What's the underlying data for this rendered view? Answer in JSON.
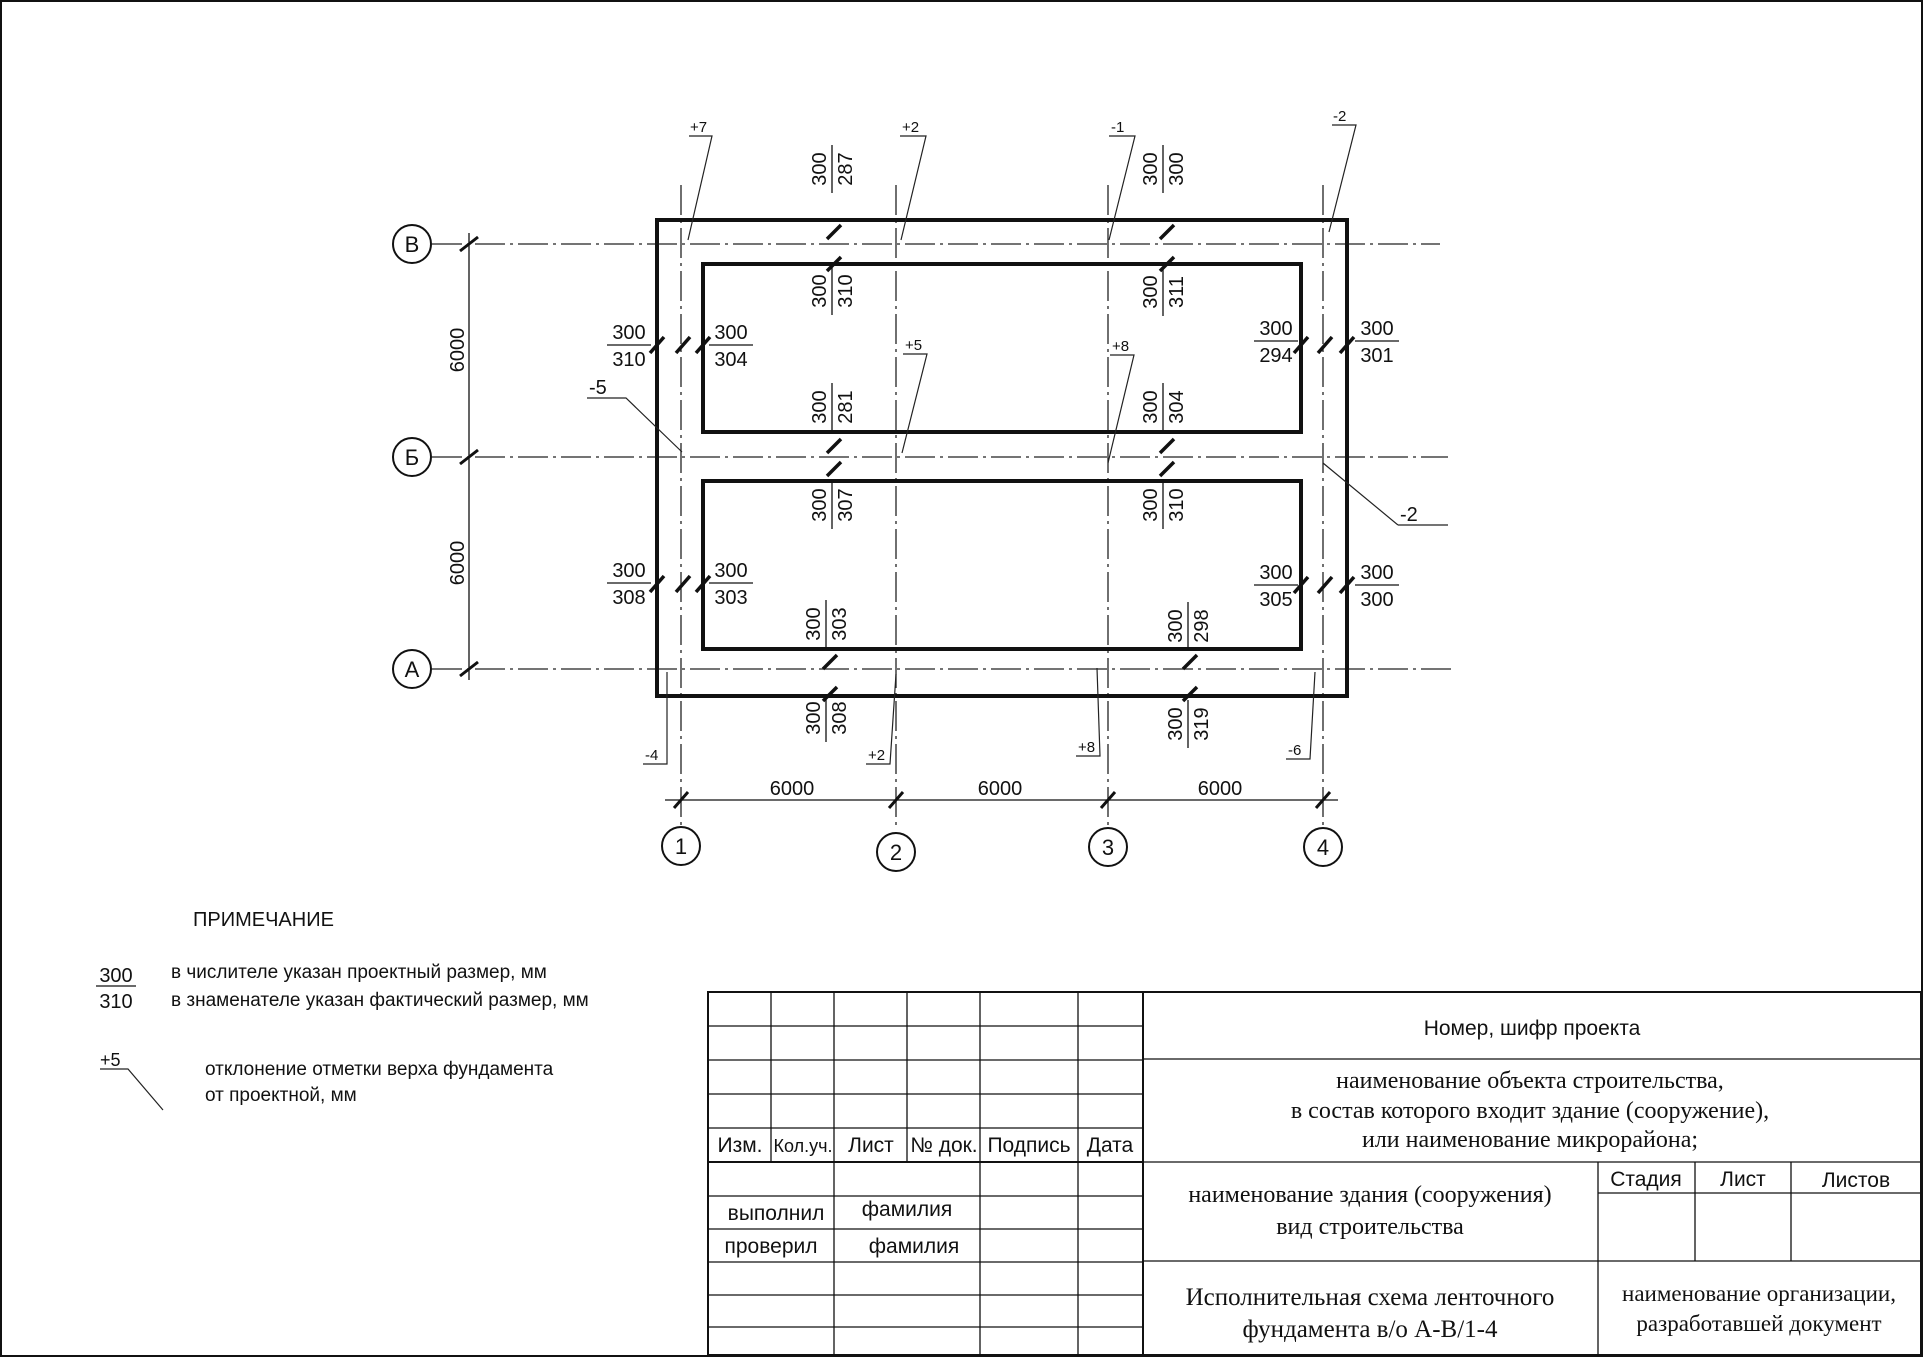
{
  "axes": {
    "rows": [
      "В",
      "Б",
      "А"
    ],
    "cols": [
      "1",
      "2",
      "3",
      "4"
    ],
    "row_spacing": [
      "6000",
      "6000"
    ],
    "col_spacing": [
      "6000",
      "6000",
      "6000"
    ]
  },
  "elevations": [
    "+7",
    "+2",
    "-1",
    "-2",
    "-5",
    "+5",
    "+8",
    "-2",
    "-4",
    "+2",
    "+8",
    "-6"
  ],
  "widths": [
    {
      "num": "300",
      "den": "287"
    },
    {
      "num": "300",
      "den": "300"
    },
    {
      "num": "300",
      "den": "310"
    },
    {
      "num": "300",
      "den": "311"
    },
    {
      "num": "300",
      "den": "310"
    },
    {
      "num": "300",
      "den": "304"
    },
    {
      "num": "300",
      "den": "294"
    },
    {
      "num": "300",
      "den": "301"
    },
    {
      "num": "300",
      "den": "281"
    },
    {
      "num": "300",
      "den": "304"
    },
    {
      "num": "300",
      "den": "307"
    },
    {
      "num": "300",
      "den": "310"
    },
    {
      "num": "300",
      "den": "308"
    },
    {
      "num": "300",
      "den": "303"
    },
    {
      "num": "300",
      "den": "305"
    },
    {
      "num": "300",
      "den": "300"
    },
    {
      "num": "300",
      "den": "303"
    },
    {
      "num": "300",
      "den": "298"
    },
    {
      "num": "300",
      "den": "308"
    },
    {
      "num": "300",
      "den": "319"
    }
  ],
  "note": {
    "title": "ПРИМЕЧАНИЕ",
    "fraction": {
      "num": "300",
      "den": "310"
    },
    "line1": "в числителе указан проектный размер, мм",
    "line2": "в знаменателе указан  фактический размер, мм",
    "elev_sample": "+5",
    "elev_line1": "отклонение отметки верха фундамента",
    "elev_line2": "от проектной, мм"
  },
  "stamp": {
    "headers": [
      "Изм.",
      "Кол.уч.",
      "Лист",
      "№ док.",
      "Подпись",
      "Дата"
    ],
    "done_label": "выполнил",
    "done_name": "фамилия",
    "checked_label": "проверил",
    "checked_name": "фамилия",
    "project_code": "Номер, шифр проекта",
    "object_line1": "наименование объекта строительства,",
    "object_line2": "в состав которого входит здание (сооружение),",
    "object_line3": "или наименование микрорайона;",
    "building_line1": "наименование здания (сооружения)",
    "building_line2": "вид строительства",
    "stage": "Стадия",
    "sheet": "Лист",
    "sheets": "Листов",
    "title_line1": "Исполнительная схема ленточного",
    "title_line2": "фундамента в/о А-В/1-4",
    "org_line1": "наименование организации,",
    "org_line2": "разработавшей документ"
  }
}
